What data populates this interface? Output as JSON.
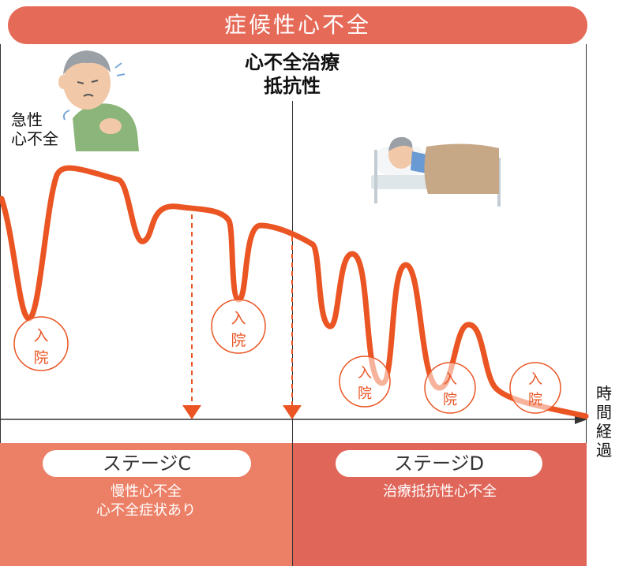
{
  "banner": {
    "title": "症候性心不全"
  },
  "center_title": {
    "line1": "心不全治療",
    "line2": "抵抗性"
  },
  "acute_label": {
    "line1": "急性",
    "line2": "心不全"
  },
  "time_axis": {
    "c1": "時",
    "c2": "間",
    "c3": "経",
    "c4": "過"
  },
  "admission": {
    "c1": "入",
    "c2": "院"
  },
  "stage_c": {
    "title": "ステージC",
    "line1": "慢性心不全",
    "line2": "心不全症状あり"
  },
  "stage_d": {
    "title": "ステージD",
    "line1": "治療抵抗性心不全"
  },
  "colors": {
    "curve": "#ea5523",
    "banner": "#e56a58",
    "stage_c": "#ec8066",
    "stage_d": "#e0665a"
  },
  "icons": [
    "elderly-man-chest-pain-icon",
    "patient-in-bed-icon"
  ]
}
